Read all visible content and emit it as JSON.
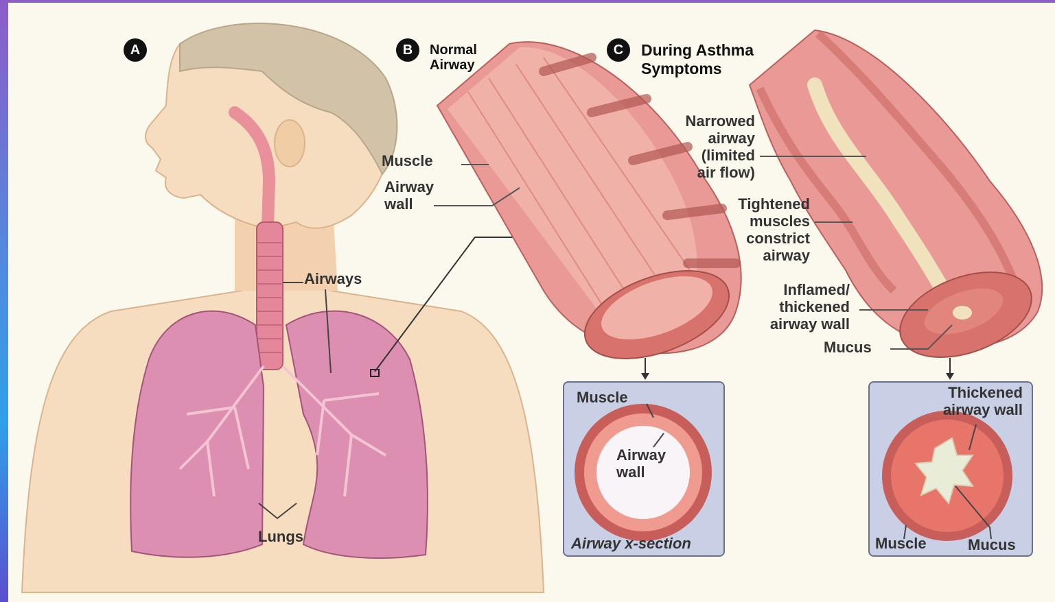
{
  "panels": {
    "a": {
      "badge": "A"
    },
    "b": {
      "badge": "B",
      "title": "Normal\nAirway"
    },
    "c": {
      "badge": "C",
      "title": "During Asthma\nSymptoms"
    }
  },
  "labels": {
    "airways": "Airways",
    "lungs": "Lungs",
    "muscle_b": "Muscle",
    "airway_wall_b": "Airway\nwall",
    "narrowed": "Narrowed\nairway\n(limited\nair flow)",
    "tightened": "Tightened\nmuscles\nconstrict\nairway",
    "inflamed": "Inflamed/\nthickened\nairway wall",
    "mucus_c": "Mucus"
  },
  "inset_normal": {
    "muscle": "Muscle",
    "airway_wall": "Airway\nwall",
    "caption": "Airway x-section"
  },
  "inset_asthma": {
    "thickened": "Thickened\nairway wall",
    "muscle": "Muscle",
    "mucus": "Mucus"
  },
  "colors": {
    "skin": "#f7ddc0",
    "lung": "#dc8fb0",
    "airway_tissue": "#e99a96",
    "muscle": "#c75e5a",
    "mucus": "#efe2bd",
    "inset_bg": "#c9cfe4"
  }
}
